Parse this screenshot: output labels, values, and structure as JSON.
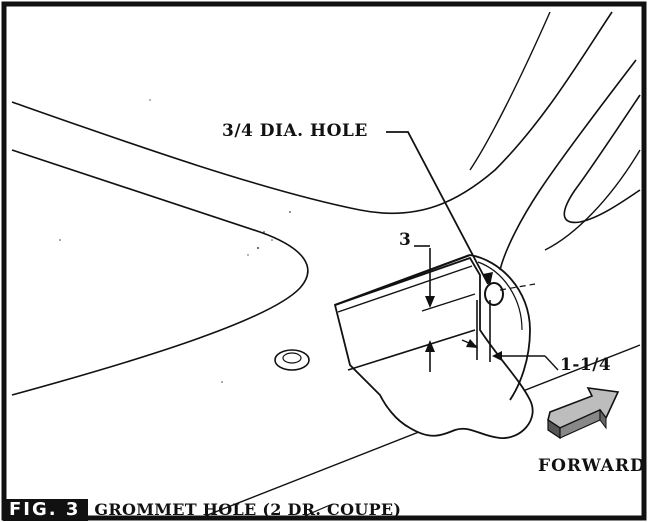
{
  "figure": {
    "badge": "FIG. 3",
    "caption": "GROMMET HOLE (2 DR. COUPE)",
    "callouts": {
      "hole": "3/4 DIA. HOLE",
      "vertical_dimension": "3",
      "horizontal_dimension": "1-1/4",
      "direction": "FORWARD"
    },
    "colors": {
      "ink": "#111111",
      "paper": "#ffffff",
      "arrow_fill": "#bdbdbd"
    },
    "icons": [
      "forward-arrow-icon"
    ]
  }
}
